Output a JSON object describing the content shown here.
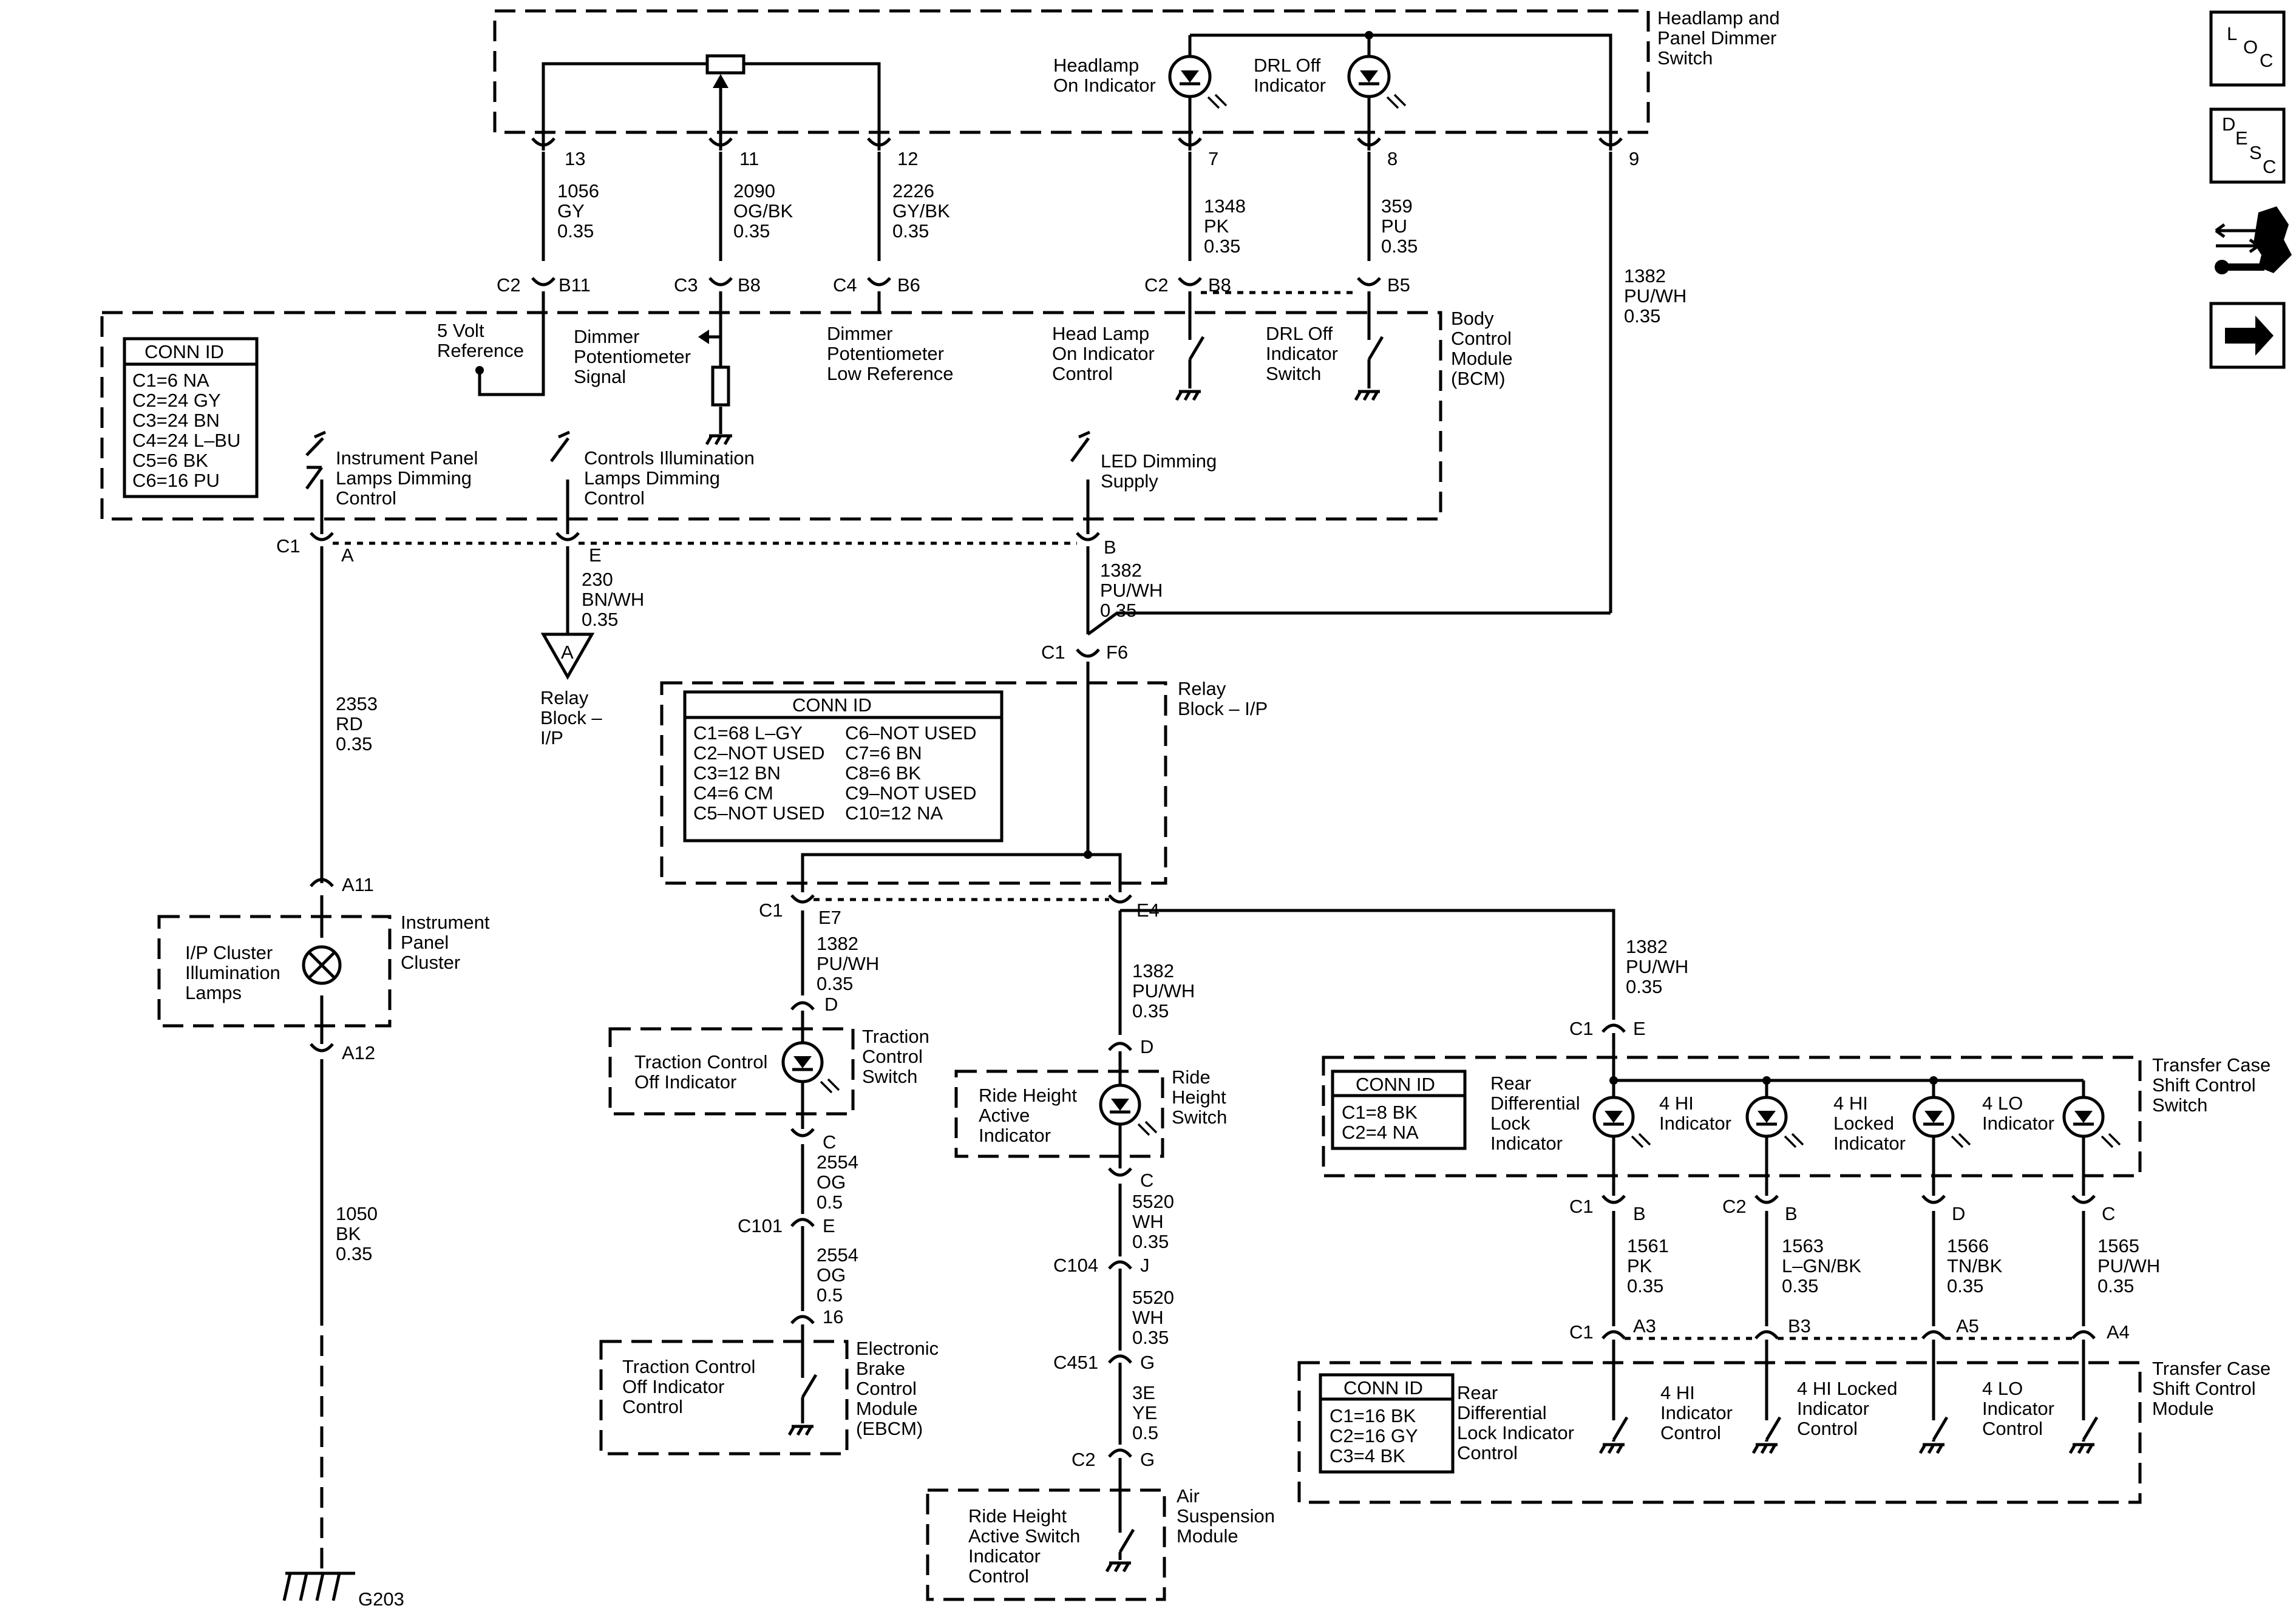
{
  "components": {
    "headlamp_switch": "Headlamp and\nPanel Dimmer\nSwitch",
    "headlamp_on_indicator": "Headlamp\nOn Indicator",
    "drl_off_indicator": "DRL Off\nIndicator",
    "bcm": "Body\nControl\nModule\n(BCM)",
    "five_volt_ref": "5 Volt\nReference",
    "dimmer_pot_signal": "Dimmer\nPotentiometer\nSignal",
    "dimmer_pot_low_ref": "Dimmer\nPotentiometer\nLow Reference",
    "head_lamp_on_ind_ctrl": "Head Lamp\nOn Indicator\nControl",
    "drl_off_ind_switch": "DRL Off\nIndicator\nSwitch",
    "ip_lamps_dimming": "Instrument Panel\nLamps Dimming\nControl",
    "controls_illum_dimming": "Controls Illumination\nLamps Dimming\nControl",
    "led_dimming_supply": "LED Dimming\nSupply",
    "relay_block_ref": "Relay\nBlock –\nI/P",
    "relay_block_ip": "Relay\nBlock – I/P",
    "ip_cluster_lamps": "I/P Cluster\nIllumination\nLamps",
    "instrument_panel_cluster": "Instrument\nPanel\nCluster",
    "traction_off_indicator": "Traction Control\nOff Indicator",
    "traction_control_switch": "Traction\nControl\nSwitch",
    "ride_height_active_indicator": "Ride Height\nActive\nIndicator",
    "ride_height_switch": "Ride\nHeight\nSwitch",
    "traction_off_ind_ctrl": "Traction Control\nOff Indicator\nControl",
    "ebcm": "Electronic\nBrake\nControl\nModule\n(EBCM)",
    "ride_height_ind_ctrl": "Ride Height\nActive Switch\nIndicator\nControl",
    "air_suspension_module": "Air\nSuspension\nModule",
    "rear_diff_lock_indicator": "Rear\nDifferential\nLock\nIndicator",
    "four_hi_indicator": "4 HI\nIndicator",
    "four_hi_locked_indicator": "4 HI\nLocked\nIndicator",
    "four_lo_indicator": "4 LO\nIndicator",
    "tc_shift_control_switch": "Transfer Case\nShift Control\nSwitch",
    "rear_diff_lock_ind_ctrl": "Rear\nDifferential\nLock Indicator\nControl",
    "four_hi_ind_ctrl": "4 HI\nIndicator\nControl",
    "four_hi_locked_ind_ctrl": "4 HI Locked\nIndicator\nControl",
    "four_lo_ind_ctrl": "4 LO\nIndicator\nControl",
    "tc_shift_control_module": "Transfer Case\nShift Control\nModule",
    "ground_g203": "G203",
    "relay_ref_letter": "A"
  },
  "conn_id_tables": {
    "bcm": {
      "title": "CONN ID",
      "rows": [
        "C1=6 NA",
        "C2=24 GY",
        "C3=24 BN",
        "C4=24 L–BU",
        "C5=6 BK",
        "C6=16 PU"
      ]
    },
    "relay_block": {
      "title": "CONN ID",
      "left": [
        "C1=68 L–GY",
        "C2–NOT USED",
        "C3=12 BN",
        "C4=6 CM",
        "C5–NOT USED"
      ],
      "right": [
        "C6–NOT USED",
        "C7=6 BN",
        "C8=6 BK",
        "C9–NOT USED",
        "C10=12 NA"
      ]
    },
    "tc_switch": {
      "title": "CONN ID",
      "rows": [
        "C1=8 BK",
        "C2=4 NA"
      ]
    },
    "tc_module": {
      "title": "CONN ID",
      "rows": [
        "C1=16 BK",
        "C2=16 GY",
        "C3=4 BK"
      ]
    }
  },
  "wires": {
    "w1056": "1056\nGY\n0.35",
    "w2090": "2090\nOG/BK\n0.35",
    "w2226": "2226\nGY/BK\n0.35",
    "w1348": "1348\nPK\n0.35",
    "w359": "359\nPU\n0.35",
    "w1382_sw": "1382\nPU/WH\n0.35",
    "w230": "230\nBN/WH\n0.35",
    "w1382_bcm": "1382\nPU/WH\n0.35",
    "w2353": "2353\nRD\n0.35",
    "w1050": "1050\nBK\n0.35",
    "w1382_e7": "1382\nPU/WH\n0.35",
    "w1382_e4": "1382\nPU/WH\n0.35",
    "w1382_tc": "1382\nPU/WH\n0.35",
    "w2554_a": "2554\nOG\n0.5",
    "w2554_b": "2554\nOG\n0.5",
    "w5520_a": "5520\nWH\n0.35",
    "w5520_b": "5520\nWH\n0.35",
    "w3e": "3E\nYE\n0.5",
    "w1561": "1561\nPK\n0.35",
    "w1563": "1563\nL–GN/BK\n0.35",
    "w1566": "1566\nTN/BK\n0.35",
    "w1565": "1565\nPU/WH\n0.35"
  },
  "pins": {
    "sw13": "13",
    "sw11": "11",
    "sw12": "12",
    "sw7": "7",
    "sw8": "8",
    "sw9": "9",
    "c2": "C2",
    "b11": "B11",
    "c3": "C3",
    "b8": "B8",
    "c4": "C4",
    "b6": "B6",
    "c2b": "C2",
    "b8b": "B8",
    "b5": "B5",
    "c1": "C1",
    "a": "A",
    "e": "E",
    "b": "B",
    "c1f6": "C1",
    "f6": "F6",
    "a11": "A11",
    "a12": "A12",
    "c1e7": "C1",
    "e7": "E7",
    "e4": "E4",
    "d_tc": "D",
    "c_tc": "C",
    "c101": "C101",
    "e_101": "E",
    "p16": "16",
    "d_rh": "D",
    "c_rh": "C",
    "c104": "C104",
    "j": "J",
    "c451": "C451",
    "g": "G",
    "c2g": "C2",
    "g2": "G",
    "c1e": "C1",
    "e_tc": "E",
    "c1b": "C1",
    "b_1561": "B",
    "c2b_1563": "C2",
    "b_1563": "B",
    "d_1566": "D",
    "c_1565": "C",
    "c1a3": "C1",
    "a3": "A3",
    "b3": "B3",
    "a5": "A5",
    "a4": "A4"
  },
  "nav": {
    "loc": [
      "L",
      "O",
      "C"
    ],
    "desc": [
      "D",
      "E",
      "S",
      "C"
    ],
    "connector_icon": "connector-icon",
    "next_icon": "arrow-right-icon"
  }
}
